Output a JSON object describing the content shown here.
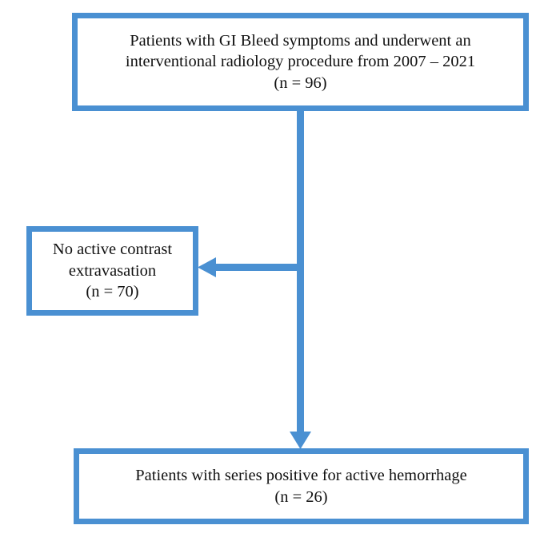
{
  "figure": {
    "type": "flowchart",
    "orientation": "top-to-bottom",
    "accent_color": "#4a90d2",
    "text_color": "#111111",
    "background_color": "#ffffff"
  },
  "nodes": {
    "top": {
      "id": "enrollment",
      "text": "Patients with GI Bleed symptoms and underwent an\ninterventional radiology procedure from 2007 – 2021\n(n = 96)",
      "count_label": "(n = 96)",
      "count": 96
    },
    "excluded": {
      "id": "no-active-contrast-extravasation",
      "text": "No active contrast\nextravasation\n(n = 70)",
      "count_label": "(n = 70)",
      "count": 70
    },
    "bottom": {
      "id": "series-positive-active-hemorrhage",
      "text": "Patients with series positive for active hemorrhage\n(n = 26)",
      "count_label": "(n = 26)",
      "count": 26
    }
  },
  "connectors": [
    {
      "id": "top-to-branch-stem",
      "from": "top",
      "to": "branch-point",
      "direction": "down",
      "has_arrowhead": false
    },
    {
      "id": "branch-to-excluded",
      "from": "branch-point",
      "to": "excluded",
      "direction": "left",
      "has_arrowhead": true
    },
    {
      "id": "branch-to-bottom",
      "from": "branch-point",
      "to": "bottom",
      "direction": "down",
      "has_arrowhead": true
    }
  ]
}
